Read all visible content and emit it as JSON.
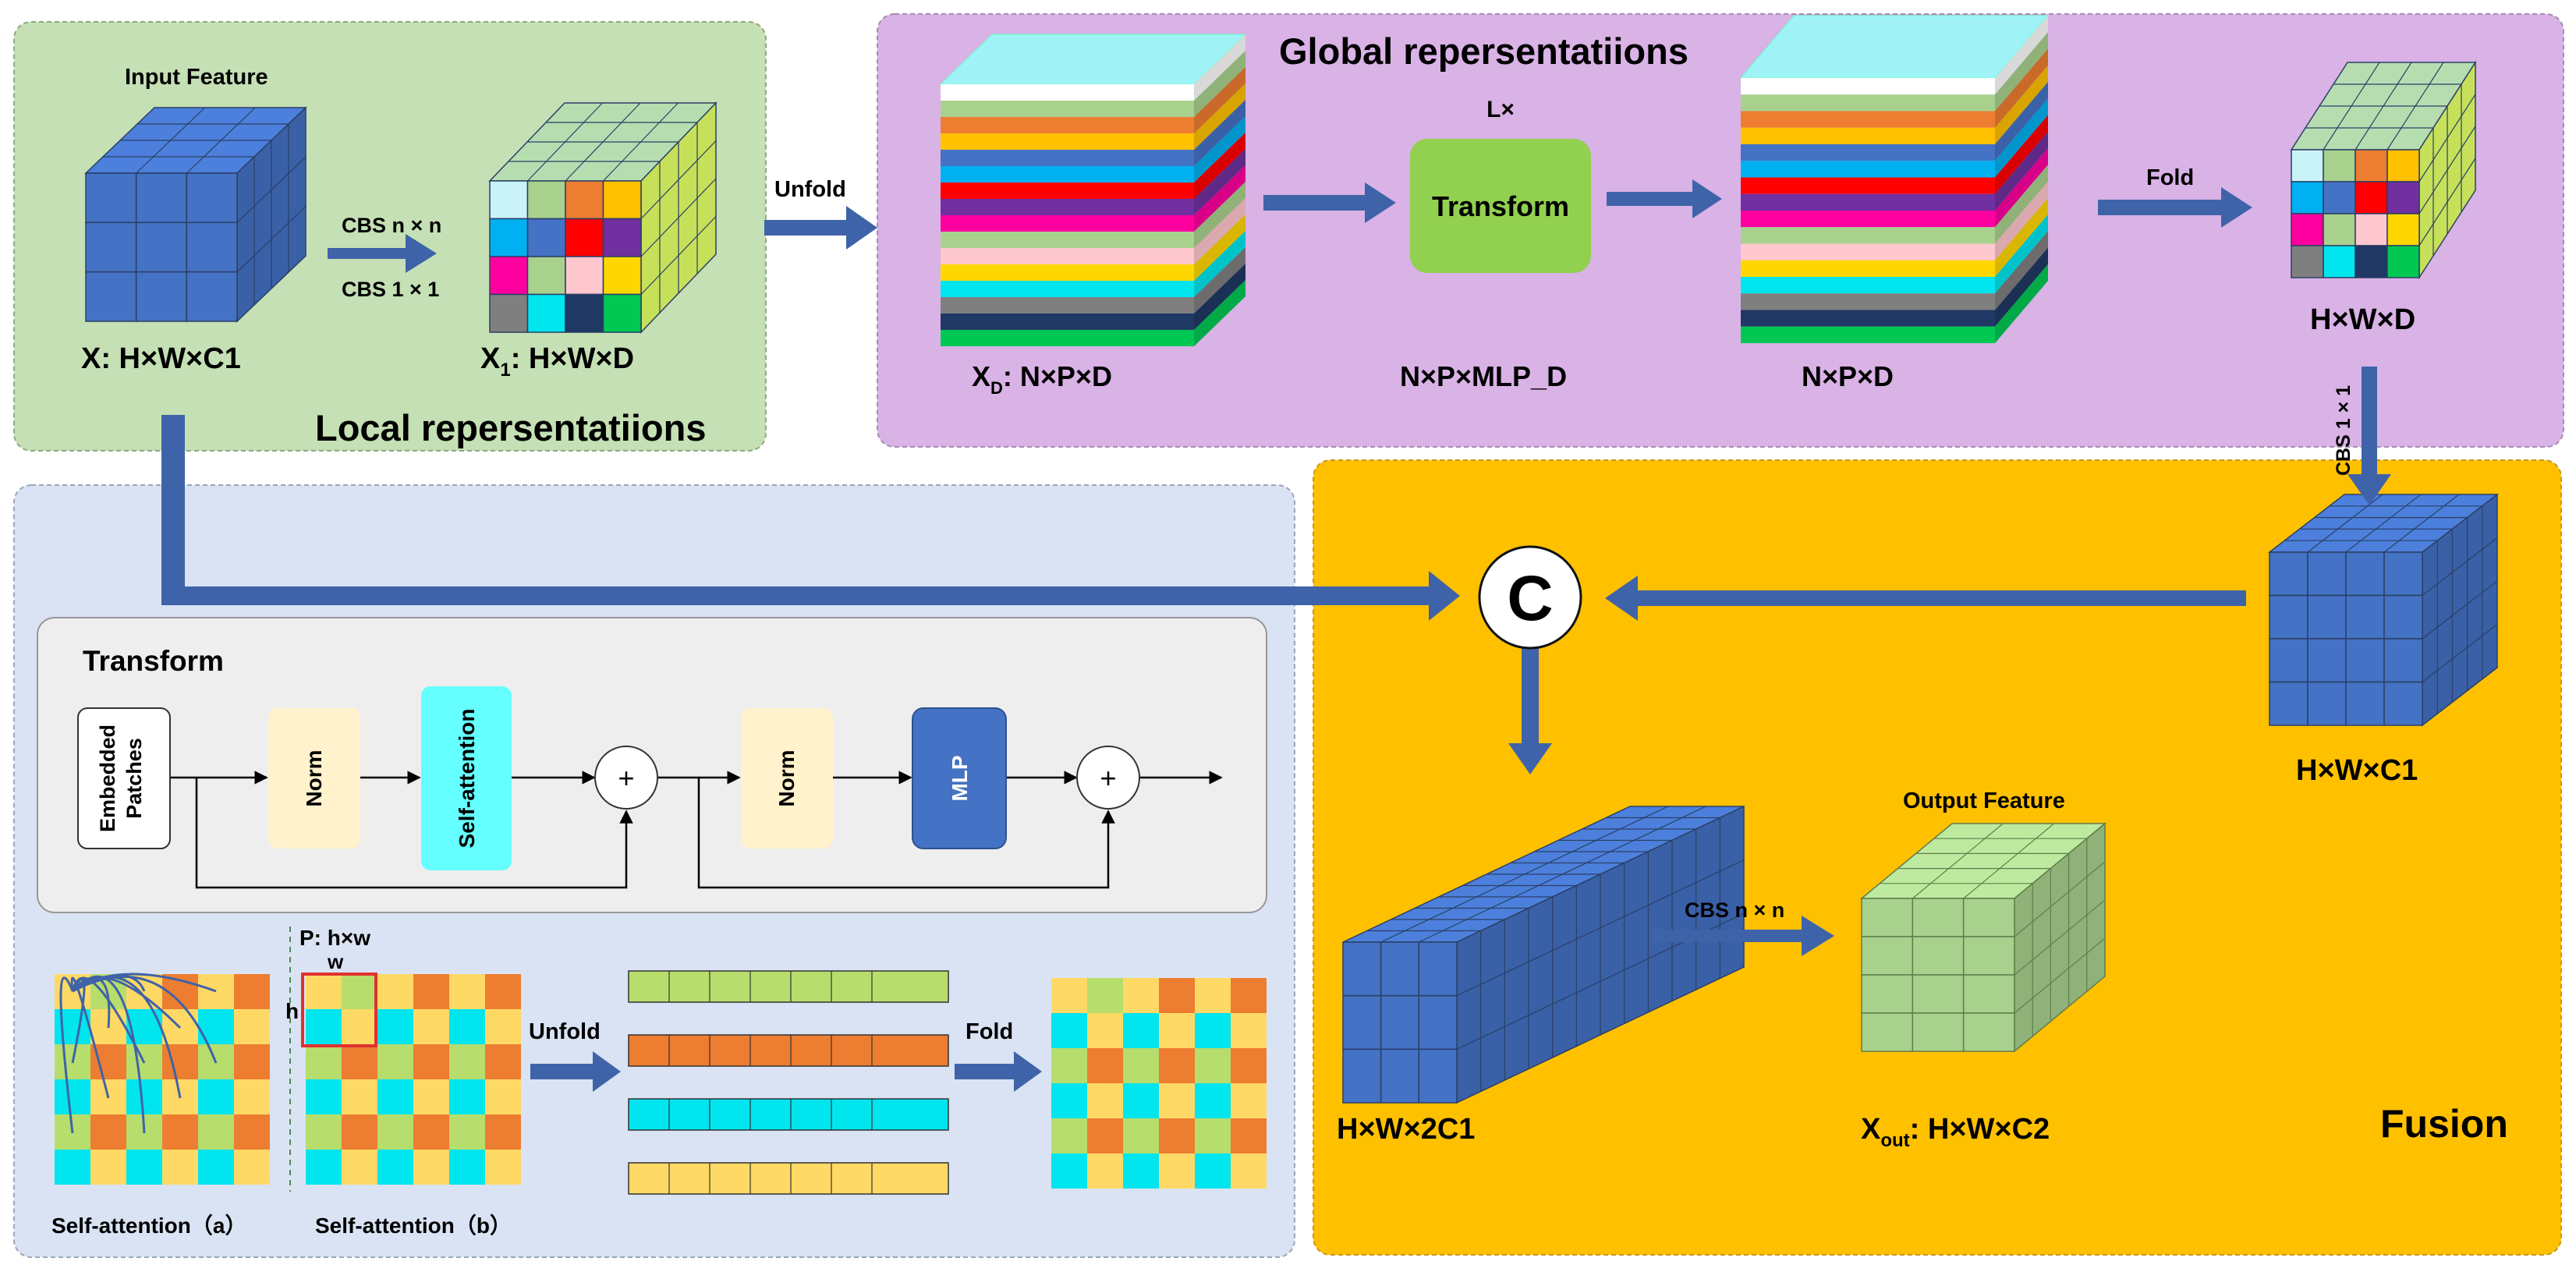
{
  "local_panel": {
    "title": "Local repersentatiions",
    "input_caption": "Input Feature",
    "x_label": "X: H×W×C1",
    "cbs_top": "CBS n × n",
    "cbs_bottom": "CBS 1 × 1",
    "x1_main": "X",
    "x1_sub": "1",
    "x1_rest": ": H×W×D"
  },
  "unfold_label": "Unfold",
  "global_panel": {
    "title": "Global repersentatiions",
    "repeat": "L×",
    "transform": "Transform",
    "xd_main": "X",
    "xd_sub": "D",
    "xd_rest": ": N×P×D",
    "mlp_label": "N×P×MLP_D",
    "npd_label": "N×P×D",
    "fold_label": "Fold",
    "hwd_label": "H×W×D"
  },
  "cbs_vertical": "CBS 1 × 1",
  "fusion_panel": {
    "title": "Fusion",
    "concat": "C",
    "hwc1_label": "H×W×C1",
    "hw2c1_label": "H×W×2C1",
    "cbs_label": "CBS n × n",
    "output_caption": "Output Feature",
    "xout_main": "X",
    "xout_sub": "out",
    "xout_rest": ": H×W×C2"
  },
  "transform_panel": {
    "title": "Transform",
    "embedded_1": "Embedded",
    "embedded_2": "Patches",
    "norm": "Norm",
    "self_attention": "Self-attention",
    "plus": "+",
    "mlp": "MLP"
  },
  "attention_panel": {
    "caption_a": "Self-attention（a）",
    "caption_b": "Self-attention（b）",
    "patch_label": "P: h×w",
    "w_label": "w",
    "h_label": "h",
    "unfold": "Unfold",
    "fold": "Fold"
  },
  "colors": {
    "local_bg": "#c5e0b4",
    "global_bg": "#d9b2e6",
    "bottom_bg": "#dae3f3",
    "fusion_bg": "#ffc000",
    "arrow": "#3f63a8",
    "cube_blue": "#4472c4",
    "cube_green": "#a9d18e",
    "transform_green": "#92d050",
    "checker_green": "#b7dd6c",
    "checker_orange": "#ed7d31",
    "checker_cyan": "#00e5ee",
    "checker_yellow": "#ffd966"
  }
}
